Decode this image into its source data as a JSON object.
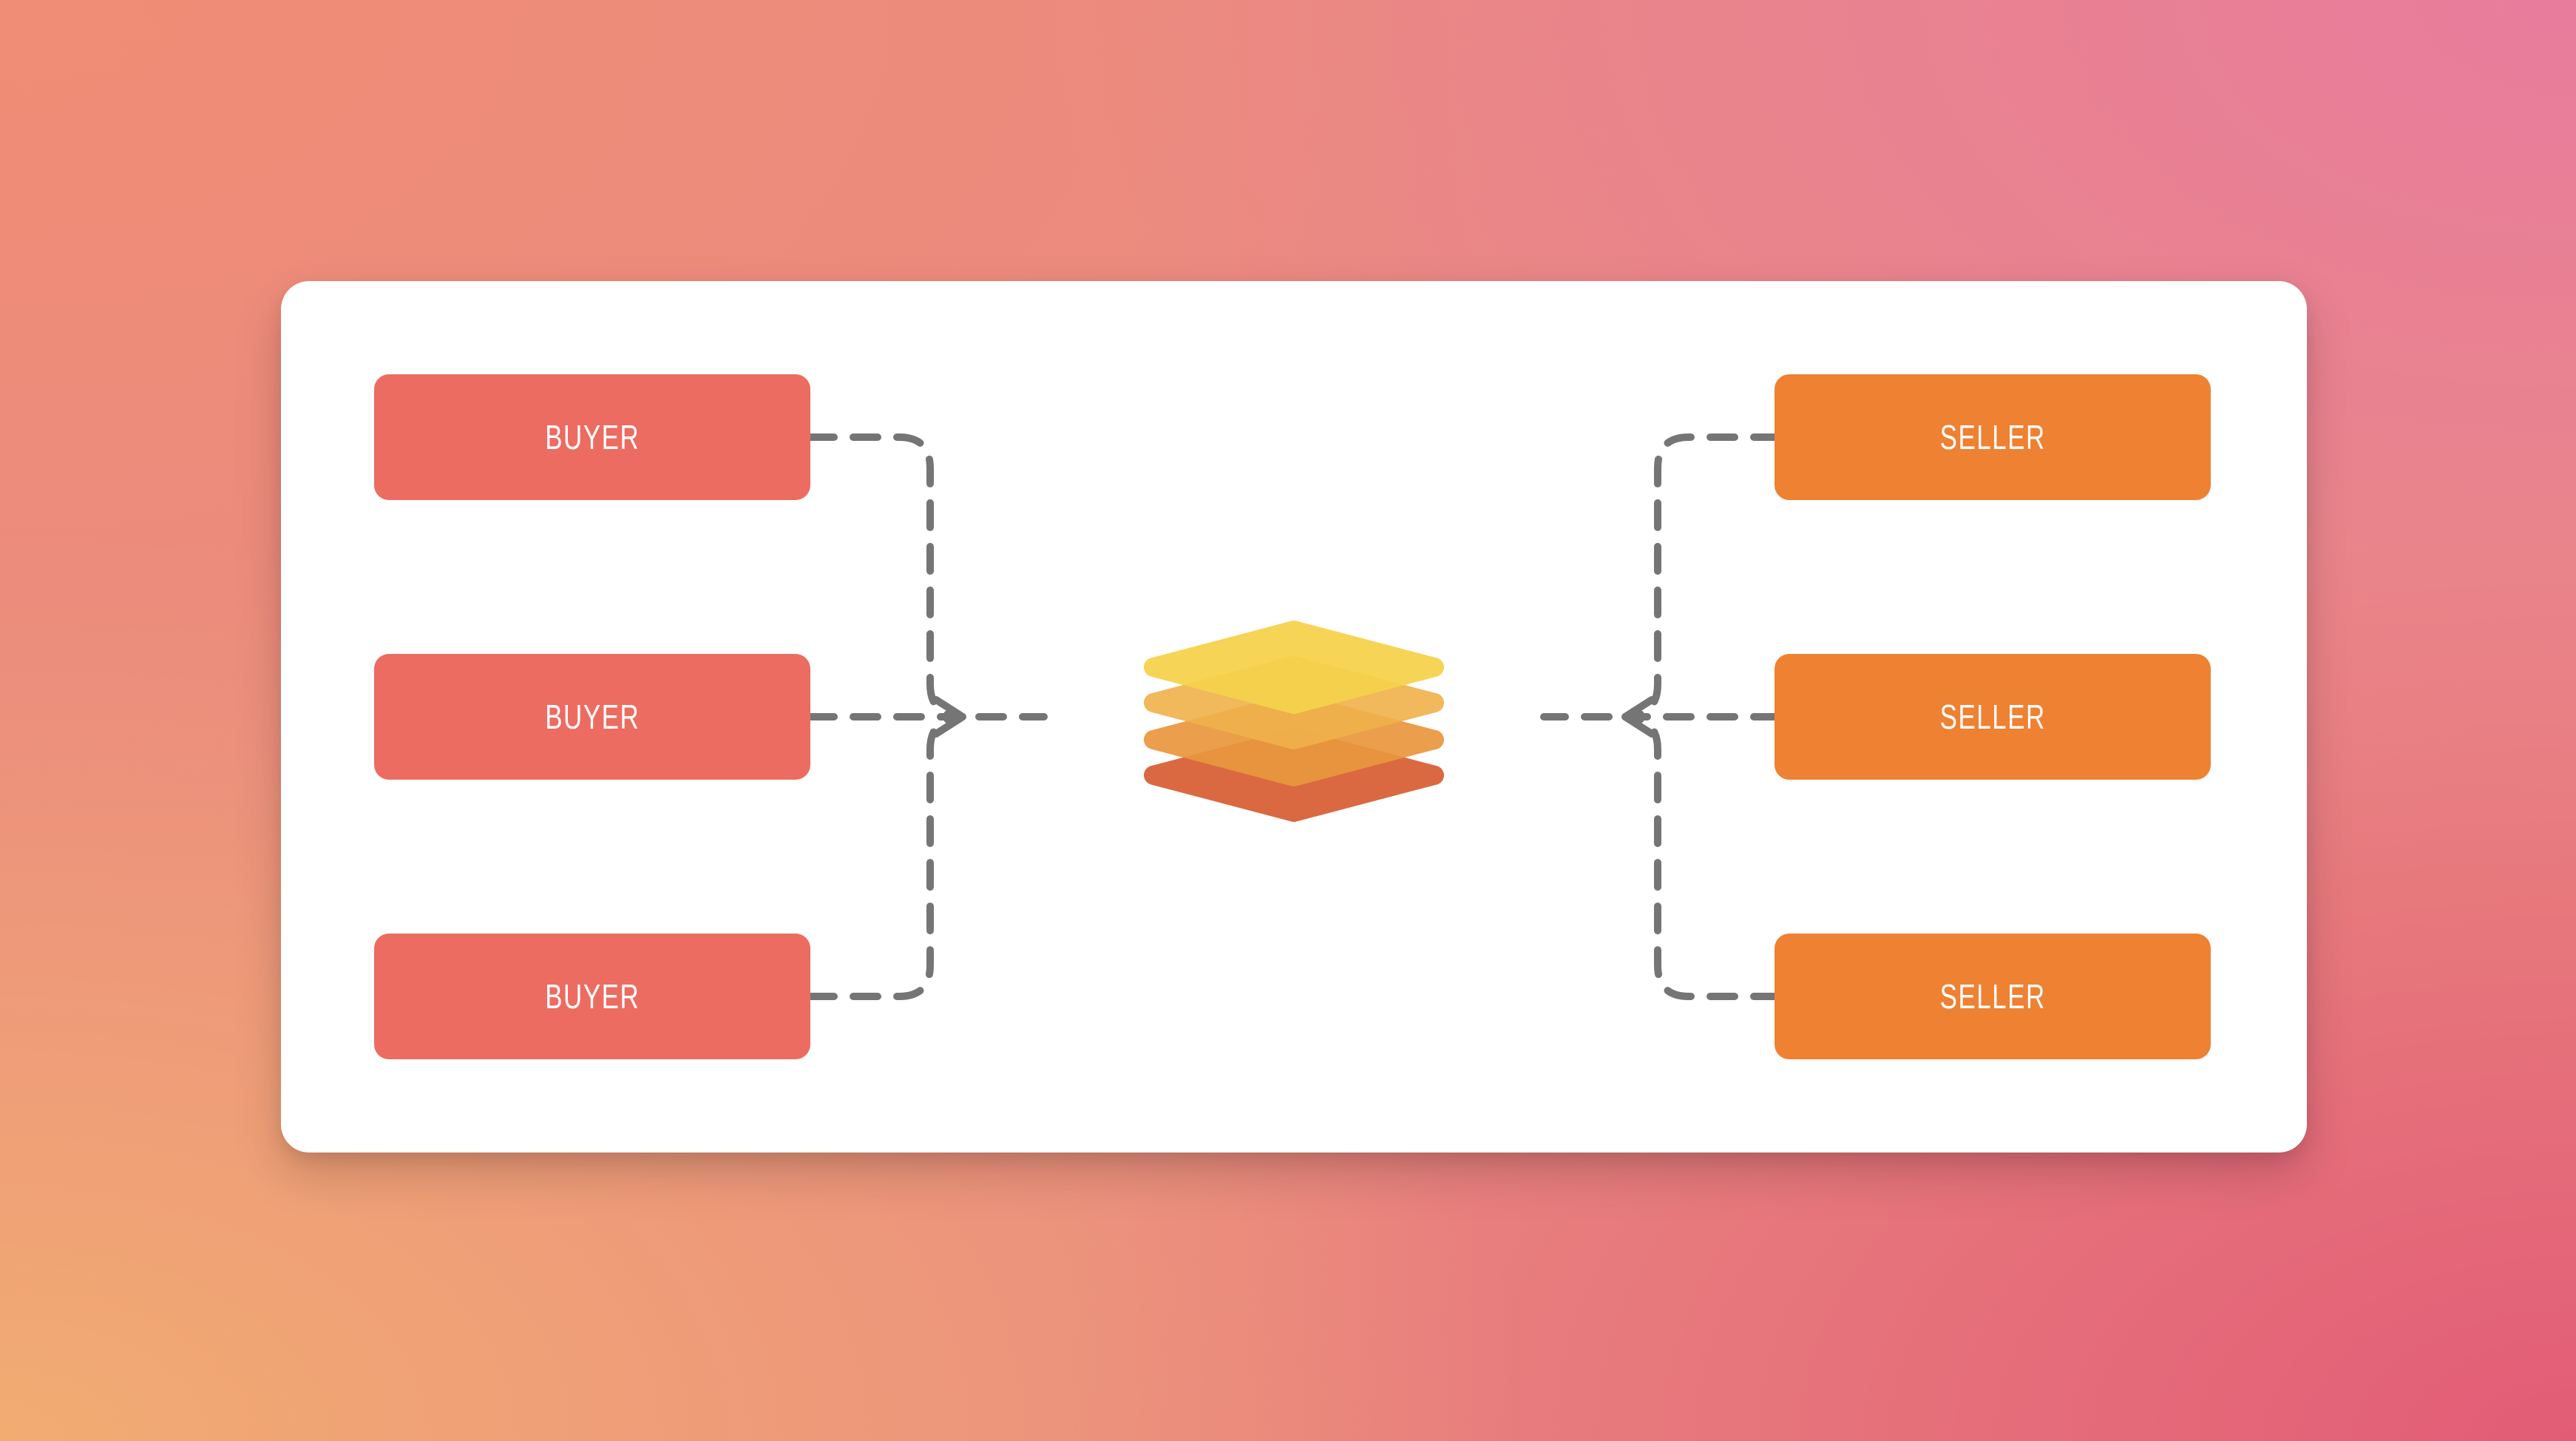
{
  "colors": {
    "bg_top_left": "#F08D76",
    "bg_top_right": "#E87C9D",
    "bg_bottom_left": "#F2AC72",
    "bg_bottom_right": "#E25C76",
    "card_bg": "#FFFFFF",
    "buyer_box": "#EC6C62",
    "seller_box": "#EE8132",
    "connector": "#757575",
    "layer_yellow": "#F6D24D",
    "layer_amber": "#F0B14B",
    "layer_orange": "#EA973E",
    "layer_red": "#DA6941",
    "label_text": "#FFFFFF"
  },
  "diagram": {
    "buyers": [
      {
        "label": "BUYER"
      },
      {
        "label": "BUYER"
      },
      {
        "label": "BUYER"
      }
    ],
    "sellers": [
      {
        "label": "SELLER"
      },
      {
        "label": "SELLER"
      },
      {
        "label": "SELLER"
      }
    ],
    "center_icon": "layer-stack-icon"
  }
}
